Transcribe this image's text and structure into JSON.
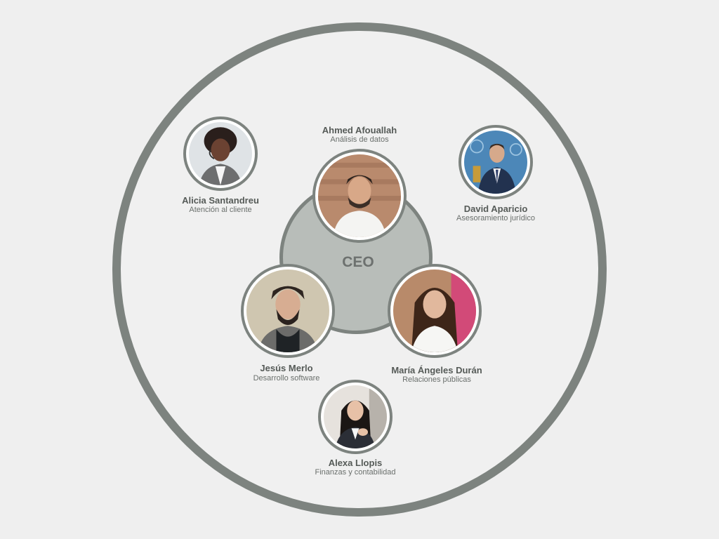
{
  "center": {
    "label": "CEO"
  },
  "members": [
    {
      "id": "ahmed",
      "name": "Ahmed Afouallah",
      "role": "Análisis de datos",
      "icon": "avatar-man-beard"
    },
    {
      "id": "alicia",
      "name": "Alicia Santandreu",
      "role": "Atención al cliente",
      "icon": "avatar-woman-headset"
    },
    {
      "id": "david",
      "name": "David Aparicio",
      "role": "Asesoramiento jurídico",
      "icon": "avatar-man-suit"
    },
    {
      "id": "jesus",
      "name": "Jesús Merlo",
      "role": "Desarrollo software",
      "icon": "avatar-man-glasses-beard"
    },
    {
      "id": "maria",
      "name": "María Ángeles Durán",
      "role": "Relaciones públicas",
      "icon": "avatar-woman-long-hair"
    },
    {
      "id": "alexa",
      "name": "Alexa Llopis",
      "role": "Finanzas y contabilidad",
      "icon": "avatar-woman-blazer"
    }
  ],
  "colors": {
    "ring": "#7d837f",
    "center_fill": "#b8bdb9",
    "background": "#efefef"
  }
}
